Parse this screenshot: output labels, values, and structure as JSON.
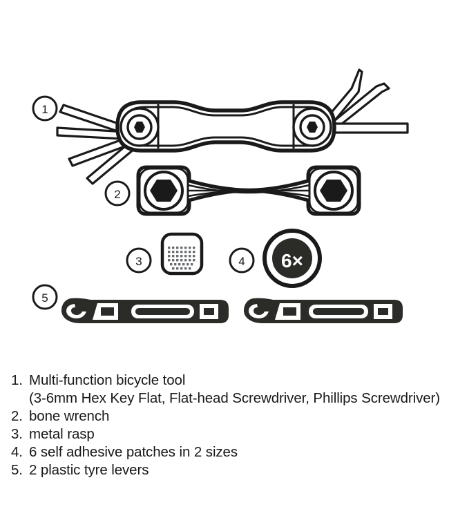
{
  "page": {
    "title": "Bicycle repair kit contents diagram",
    "background_color": "#ffffff",
    "ink_color": "#1a1a1a"
  },
  "diagram": {
    "callouts": [
      {
        "id": "callout-1",
        "label": "1",
        "target": "multi-function-bicycle-tool"
      },
      {
        "id": "callout-2",
        "label": "2",
        "target": "bone-wrench"
      },
      {
        "id": "callout-3",
        "label": "3",
        "target": "metal-rasp"
      },
      {
        "id": "callout-4",
        "label": "4",
        "target": "self-adhesive-patches"
      },
      {
        "id": "callout-5",
        "label": "5",
        "target": "plastic-tyre-levers"
      }
    ],
    "patches_badge": "6×",
    "items": [
      {
        "name": "multi-function-bicycle-tool",
        "callout": "1"
      },
      {
        "name": "bone-wrench",
        "callout": "2"
      },
      {
        "name": "metal-rasp",
        "callout": "3"
      },
      {
        "name": "self-adhesive-patches",
        "callout": "4"
      },
      {
        "name": "plastic-tyre-levers",
        "callout": "5"
      }
    ]
  },
  "legend": {
    "items": [
      {
        "number": "1.",
        "text": "Multi-function bicycle tool",
        "sub": "(3-6mm Hex Key Flat, Flat-head Screwdriver, Phillips Screwdriver)"
      },
      {
        "number": "2.",
        "text": "bone wrench",
        "sub": ""
      },
      {
        "number": "3.",
        "text": "metal rasp",
        "sub": ""
      },
      {
        "number": "4.",
        "text": "6 self adhesive patches in 2 sizes",
        "sub": ""
      },
      {
        "number": "5.",
        "text": "2 plastic tyre levers",
        "sub": ""
      }
    ]
  }
}
